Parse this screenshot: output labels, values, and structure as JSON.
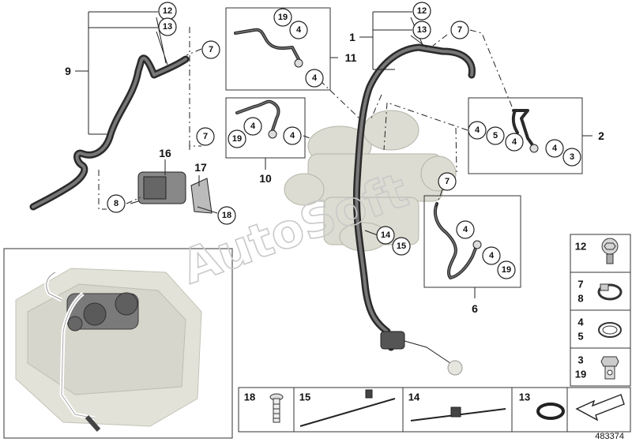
{
  "callouts": {
    "c12a": "12",
    "c13a": "13",
    "c9": "9",
    "c7a": "7",
    "c19a": "19",
    "c4a": "4",
    "c4b": "4",
    "c11": "11",
    "c12b": "12",
    "c13b": "13",
    "c1": "1",
    "c7b": "7",
    "c7c": "7",
    "c4c": "4",
    "c19b": "19",
    "c4d": "4",
    "c10": "10",
    "c4e": "4",
    "c5a": "5",
    "c4f": "4",
    "c4g": "4",
    "c3a": "3",
    "c2": "2",
    "c16": "16",
    "c17": "17",
    "c8a": "8",
    "c18a": "18",
    "c7d": "7",
    "c14a": "14",
    "c15a": "15",
    "c4h": "4",
    "c4i": "4",
    "c19c": "19",
    "c6": "6"
  },
  "legend_side": [
    {
      "labels": [
        "12"
      ]
    },
    {
      "labels": [
        "7",
        "8"
      ]
    },
    {
      "labels": [
        "4",
        "5"
      ]
    },
    {
      "labels": [
        "3",
        "19"
      ]
    }
  ],
  "legend_bottom": [
    {
      "label": "18"
    },
    {
      "label": "15"
    },
    {
      "label": "14"
    },
    {
      "label": "13"
    }
  ],
  "watermark": "AutoSoft",
  "reference_number": "483374",
  "colors": {
    "line": "#222222",
    "hose": "#2a2a2a",
    "engine": "#dcdcd2",
    "watermark": "#c9c9c9"
  }
}
